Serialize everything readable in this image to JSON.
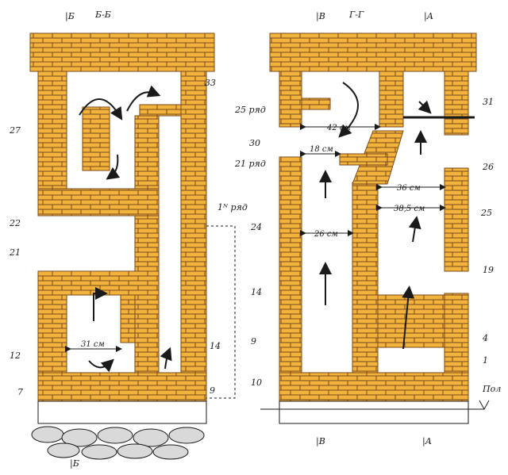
{
  "titles": {
    "left": "Б-Б",
    "right": "Г-Г"
  },
  "cut_marks": {
    "left_top": "|Б",
    "left_bottom": "|Б",
    "right_top_left": "|В",
    "right_top_right": "|А",
    "right_bottom_left": "|В",
    "right_bottom_right": "|А"
  },
  "dimensions": {
    "left_31": "31 см",
    "right_42": "42 см",
    "right_18": "18 см",
    "right_36": "36 см",
    "right_385": "38,5 см",
    "right_26": "26 см"
  },
  "row_labels": {
    "row_1": "1ᴺ ряд",
    "row_25": "25 ряд",
    "row_21": "21 ряд"
  },
  "floor_label": "Пол",
  "numbers_left": [
    "33",
    "27",
    "22",
    "21",
    "12",
    "7",
    "14",
    "9"
  ],
  "numbers_right": [
    "31",
    "30",
    "26",
    "24",
    "25",
    "19",
    "14",
    "9",
    "10",
    "4",
    "1"
  ],
  "colors": {
    "brick": "#f2b33d",
    "mortar": "#7a4a1a",
    "cavity": "#ffffff",
    "line": "#1a1a1a",
    "stone": "#d9d9d9"
  }
}
